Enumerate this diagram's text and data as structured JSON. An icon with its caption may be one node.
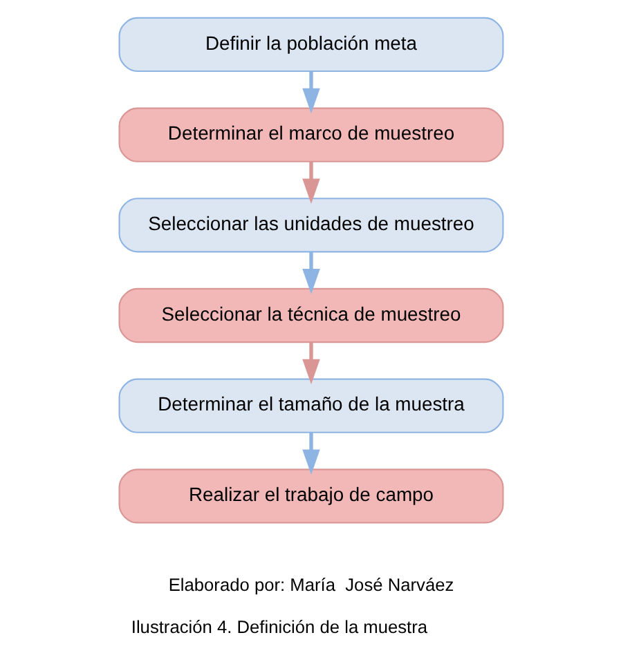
{
  "diagram": {
    "caption": "Ilustración 4. Definición de la muestra",
    "nodes": [
      {
        "text": [
          "Definir la población meta"
        ]
      },
      {
        "text": [
          "Determinar el marco de muestreo"
        ]
      },
      {
        "text": [
          "Seleccionar las unidades de muestreo"
        ]
      },
      {
        "text": [
          "Seleccionar la técnica de muestreo"
        ]
      },
      {
        "text": [
          "Determinar el tamaño de la muestra"
        ]
      },
      {
        "text": [
          "Realizar el trabajo de campo"
        ]
      }
    ],
    "edges": [
      {
        "from": 0,
        "to": 1,
        "arrow": "to"
      },
      {
        "from": 1,
        "to": 2,
        "arrow": "to",
        "color": "#d99694"
      },
      {
        "from": 2,
        "to": 3,
        "arrow": "to"
      },
      {
        "from": 3,
        "to": 4,
        "arrow": "to",
        "color": "#d99694"
      },
      {
        "from": 4,
        "to": 5,
        "arrow": "to"
      }
    ],
    "labels": [
      "Elaborado por: María  José Narváez"
    ]
  }
}
